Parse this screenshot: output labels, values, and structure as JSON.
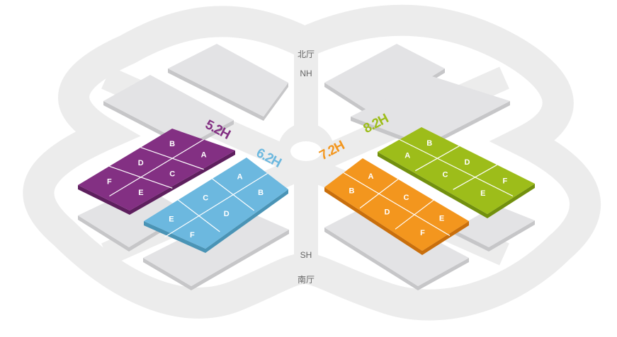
{
  "labels": {
    "north_cn": "北厅",
    "north_en": "NH",
    "south_en": "SH",
    "south_cn": "南厅"
  },
  "halls": [
    {
      "name": "5.2H",
      "color": "#833083",
      "side": "#5e1f5e",
      "sections": [
        [
          "B",
          "A"
        ],
        [
          "D",
          "C"
        ],
        [
          "F",
          "E"
        ]
      ]
    },
    {
      "name": "6.2H",
      "color": "#6cb8df",
      "side": "#4a94b6",
      "sections": [
        [
          "A",
          "B"
        ],
        [
          "C",
          "D"
        ],
        [
          "E",
          "F"
        ]
      ]
    },
    {
      "name": "7.2H",
      "color": "#f3961e",
      "side": "#c96f0c",
      "sections": [
        [
          "A",
          "B"
        ],
        [
          "C",
          "D"
        ],
        [
          "E",
          "F"
        ]
      ]
    },
    {
      "name": "8.2H",
      "color": "#9dbd1a",
      "side": "#72900e",
      "sections": [
        [
          "B",
          "A"
        ],
        [
          "D",
          "C"
        ],
        [
          "F",
          "E"
        ]
      ]
    }
  ]
}
